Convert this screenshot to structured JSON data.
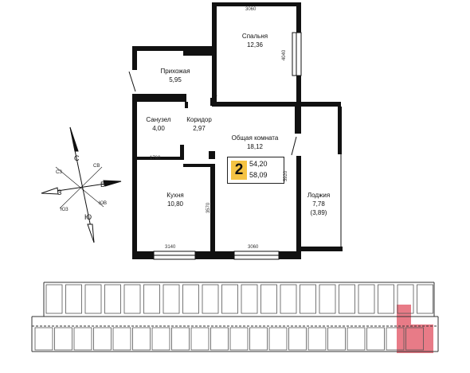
{
  "rooms": {
    "bedroom": {
      "name": "Спальня",
      "area": "12,36"
    },
    "hallway": {
      "name": "Прихожая",
      "area": "5,95"
    },
    "bathroom": {
      "name": "Санузел",
      "area": "4,00"
    },
    "corridor": {
      "name": "Коридор",
      "area": "2,97"
    },
    "living": {
      "name": "Общая комната",
      "area": "18,12"
    },
    "kitchen": {
      "name": "Кухня",
      "area": "10,80"
    },
    "loggia": {
      "name": "Лоджия",
      "area": "7,78",
      "reduced": "(3,89)"
    }
  },
  "badge": {
    "rooms": "2",
    "area_total": "54,20",
    "area_full": "58,09"
  },
  "dimensions": {
    "top_bedroom": "3060",
    "bedroom_side": "4040",
    "bath": "1760",
    "kitchen_side": "3570",
    "living_side": "5920",
    "kitchen_bottom": "3140",
    "living_bottom": "3060"
  },
  "compass": {
    "north": "С",
    "south": "Ю",
    "east": "В",
    "west": "З",
    "ne": "СВ",
    "nw": "СЗ",
    "se": "ЮВ",
    "sw": "ЮЗ"
  },
  "colors": {
    "wall": "#111111",
    "badge": "#f5c343",
    "highlight": "#e87b87"
  }
}
